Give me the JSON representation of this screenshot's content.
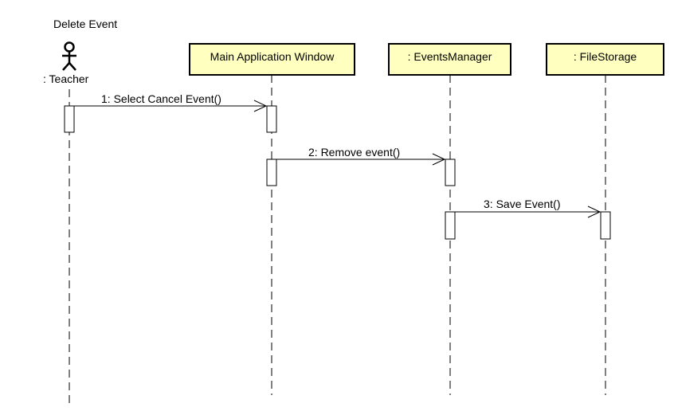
{
  "diagram": {
    "title": "Delete Event",
    "actor": {
      "label": ": Teacher"
    },
    "participants": [
      {
        "label": "Main Application Window"
      },
      {
        "label": ": EventsManager"
      },
      {
        "label": ": FileStorage"
      }
    ],
    "messages": [
      {
        "label": "1: Select Cancel Event()",
        "from": "actor",
        "to": 0
      },
      {
        "label": "2: Remove event()",
        "from": 0,
        "to": 1
      },
      {
        "label": "3: Save Event()",
        "from": 1,
        "to": 2
      }
    ],
    "colors": {
      "participant_fill": "#ffffc0",
      "line": "#000000",
      "background": "#ffffff"
    }
  }
}
